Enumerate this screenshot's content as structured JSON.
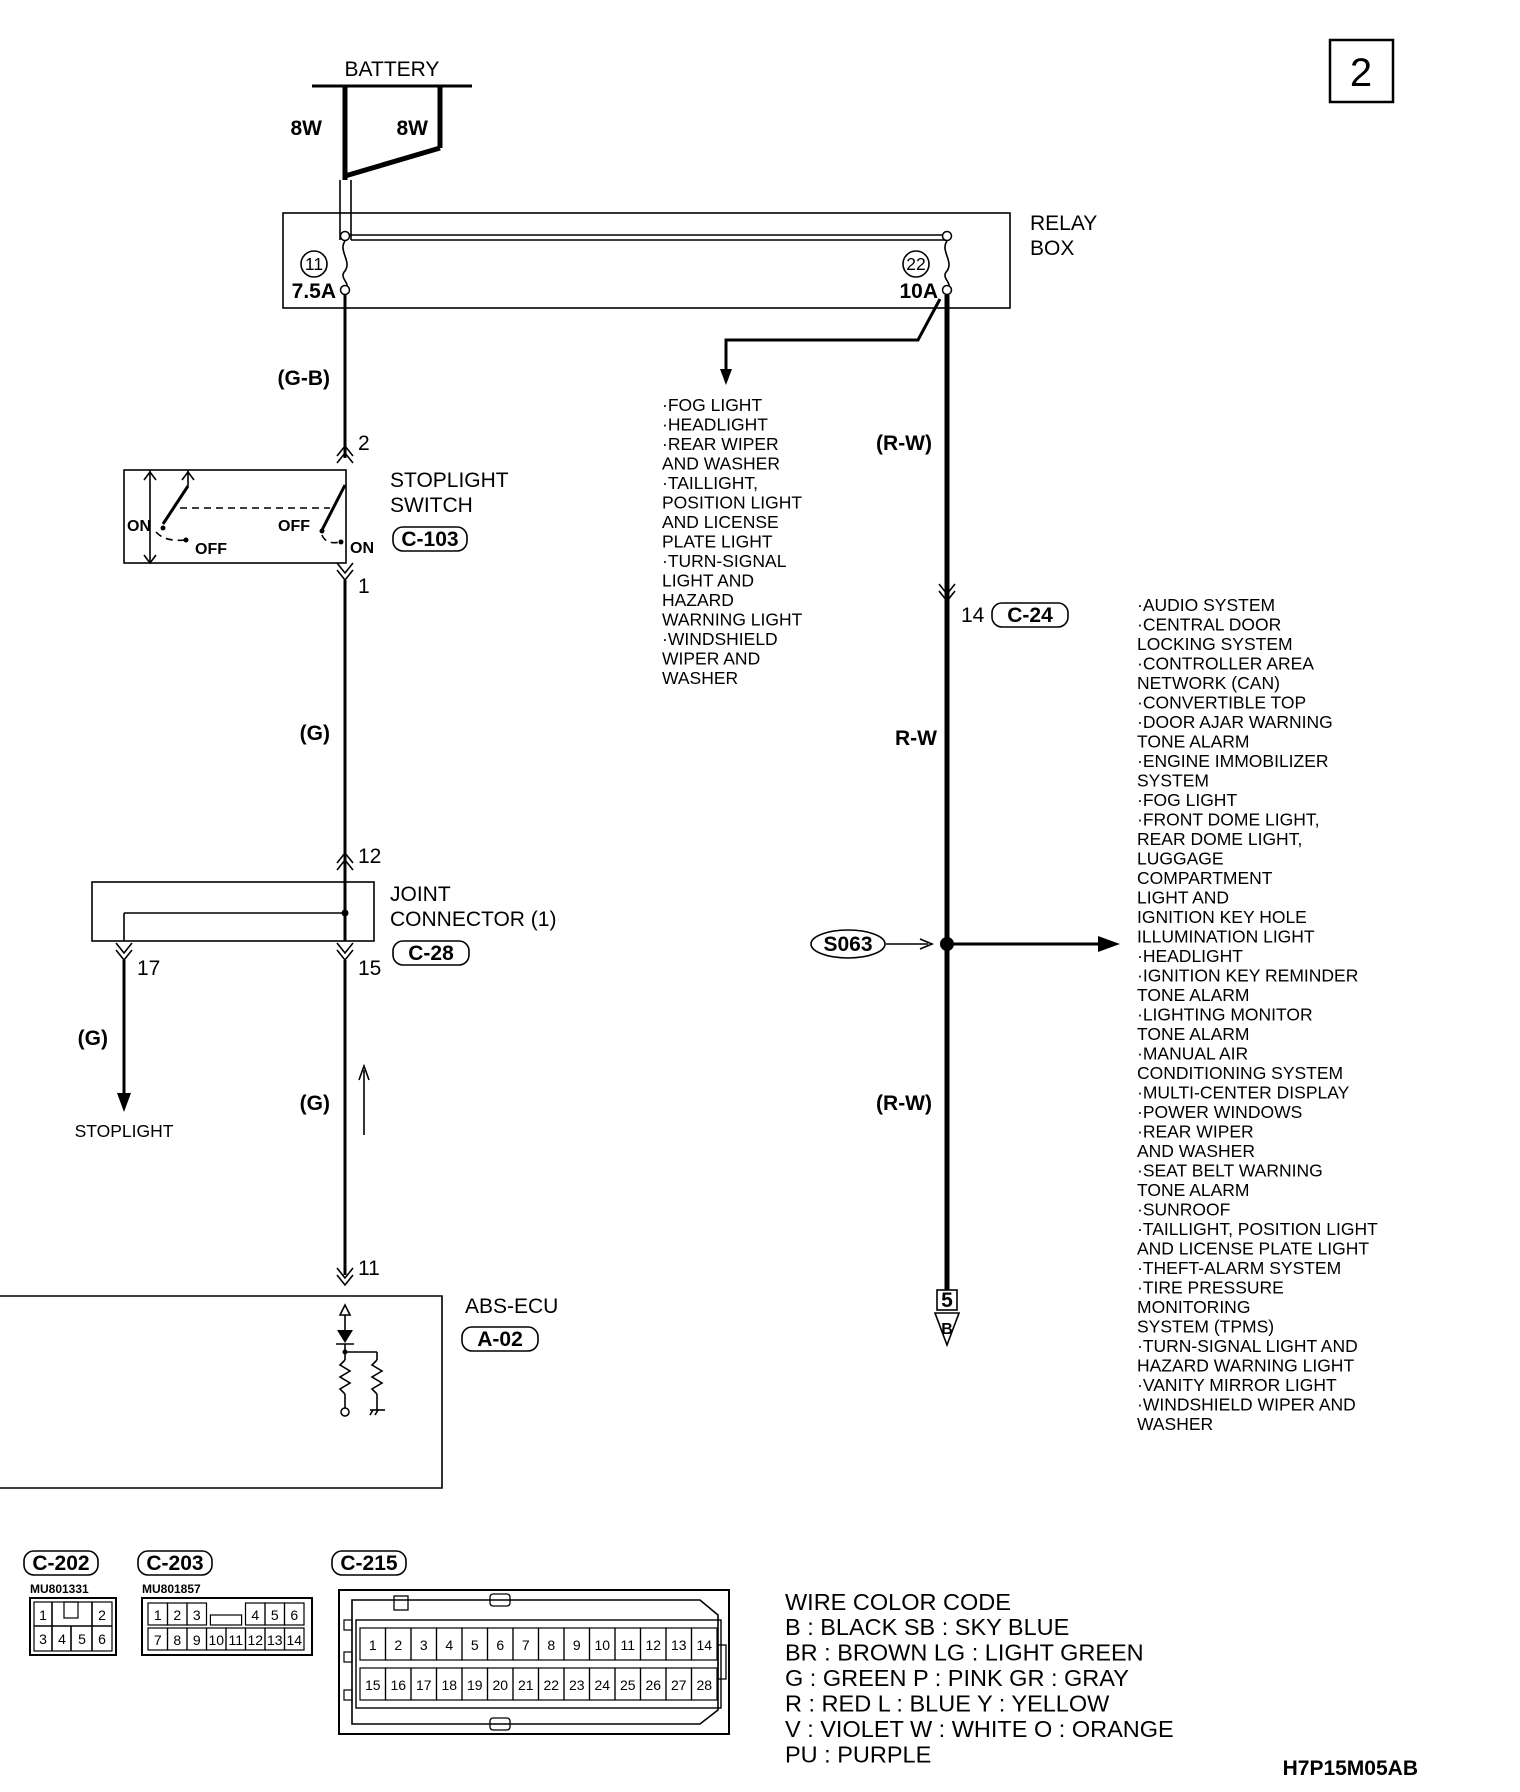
{
  "page_number": "2",
  "battery": {
    "label": "BATTERY",
    "wire_left": "8W",
    "wire_right": "8W"
  },
  "relay_box": {
    "label_line1": "RELAY",
    "label_line2": "BOX",
    "fuse_left": {
      "number": "11",
      "rating": "7.5A"
    },
    "fuse_right": {
      "number": "22",
      "rating": "10A"
    }
  },
  "wires": {
    "gb": "(G-B)",
    "g1": "(G)",
    "g2": "(G)",
    "g3": "(G)",
    "rw1": "(R-W)",
    "rw2": "R-W",
    "rw3": "(R-W)"
  },
  "stoplight_switch": {
    "label_line1": "STOPLIGHT",
    "label_line2": "SWITCH",
    "connector": "C-103",
    "pin_top": "2",
    "pin_bottom": "1",
    "on_left": "ON",
    "off_left": "OFF",
    "off_right": "OFF",
    "on_right": "ON"
  },
  "joint_connector": {
    "label_line1": "JOINT",
    "label_line2": "CONNECTOR (1)",
    "connector": "C-28",
    "pin_top": "12",
    "pin_right": "15",
    "pin_left": "17"
  },
  "stoplight": "STOPLIGHT",
  "abs_ecu": {
    "label": "ABS-ECU",
    "connector": "A-02",
    "pin": "11"
  },
  "fuse22_branch": [
    "·FOG LIGHT",
    "·HEADLIGHT",
    "·REAR WIPER",
    " AND WASHER",
    "·TAILLIGHT,",
    " POSITION LIGHT",
    " AND LICENSE",
    " PLATE LIGHT",
    "·TURN-SIGNAL",
    " LIGHT AND",
    " HAZARD",
    " WARNING LIGHT",
    "·WINDSHIELD",
    " WIPER AND",
    " WASHER"
  ],
  "c24": {
    "pin": "14",
    "connector": "C-24"
  },
  "splice": "S063",
  "splice_branch": [
    "·AUDIO SYSTEM",
    "·CENTRAL DOOR",
    " LOCKING SYSTEM",
    "·CONTROLLER AREA",
    " NETWORK (CAN)",
    "·CONVERTIBLE TOP",
    "·DOOR AJAR WARNING",
    " TONE ALARM",
    "·ENGINE IMMOBILIZER",
    " SYSTEM",
    "·FOG LIGHT",
    "·FRONT DOME LIGHT,",
    " REAR DOME LIGHT,",
    " LUGGAGE",
    " COMPARTMENT",
    " LIGHT AND",
    " IGNITION KEY HOLE",
    " ILLUMINATION LIGHT",
    "·HEADLIGHT",
    "·IGNITION KEY REMINDER",
    " TONE ALARM",
    "·LIGHTING MONITOR",
    " TONE ALARM",
    "·MANUAL AIR",
    " CONDITIONING SYSTEM",
    "·MULTI-CENTER DISPLAY",
    "·POWER WINDOWS",
    "·REAR WIPER",
    " AND WASHER",
    "·SEAT BELT WARNING",
    " TONE ALARM",
    "·SUNROOF",
    "·TAILLIGHT, POSITION LIGHT",
    " AND LICENSE PLATE LIGHT",
    "·THEFT-ALARM SYSTEM",
    "·TIRE PRESSURE",
    " MONITORING",
    " SYSTEM (TPMS)",
    "·TURN-SIGNAL LIGHT AND",
    " HAZARD WARNING LIGHT",
    "·VANITY MIRROR LIGHT",
    "·WINDSHIELD WIPER AND",
    " WASHER"
  ],
  "continuation": {
    "page": "5",
    "letter": "B"
  },
  "connectors": [
    {
      "name": "C-202",
      "part": "MU801331",
      "row1": [
        "1",
        "",
        "2"
      ],
      "row2": [
        "3",
        "4",
        "5",
        "6"
      ]
    },
    {
      "name": "C-203",
      "part": "MU801857",
      "row1": [
        "1",
        "2",
        "3",
        "4",
        "5",
        "6"
      ],
      "row2": [
        "7",
        "8",
        "9",
        "10",
        "11",
        "12",
        "13",
        "14"
      ]
    },
    {
      "name": "C-215",
      "part": "",
      "row1": [
        "1",
        "2",
        "3",
        "4",
        "5",
        "6",
        "7",
        "8",
        "9",
        "10",
        "11",
        "12",
        "13",
        "14"
      ],
      "row2": [
        "15",
        "16",
        "17",
        "18",
        "19",
        "20",
        "21",
        "22",
        "23",
        "24",
        "25",
        "26",
        "27",
        "28"
      ]
    }
  ],
  "wire_color_code": {
    "title": "WIRE COLOR CODE",
    "lines": [
      "B : BLACK      SB : SKY BLUE",
      "BR : BROWN      LG : LIGHT GREEN",
      "G : GREEN P : PINK      GR : GRAY",
      "R : RED      L : BLUE      Y : YELLOW",
      "V : VIOLET      W : WHITE      O : ORANGE",
      "PU : PURPLE"
    ]
  },
  "figure_code": "H7P15M05AB"
}
